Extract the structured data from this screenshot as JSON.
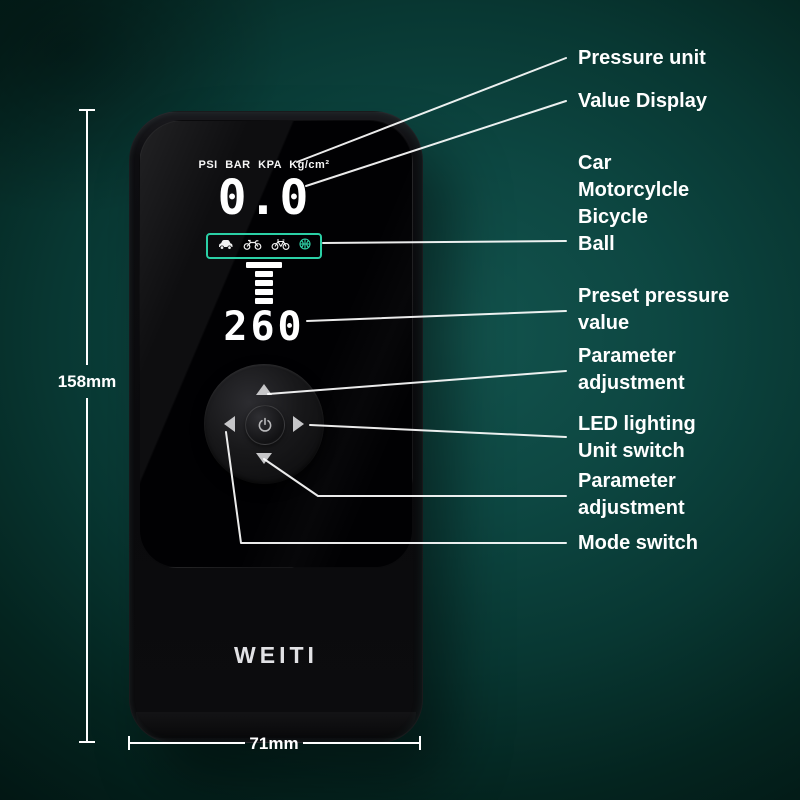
{
  "device": {
    "brand": "WEITI",
    "display": {
      "units": "PSI BAR KPA Kg/cm²",
      "value": "0.0",
      "preset": "260"
    },
    "mode_icons": [
      "car-icon",
      "motorcycle-icon",
      "bicycle-icon",
      "ball-icon"
    ]
  },
  "dimensions": {
    "height": "158mm",
    "width": "71mm"
  },
  "callouts": [
    {
      "lines": [
        "Pressure unit"
      ]
    },
    {
      "lines": [
        "Value Display"
      ]
    },
    {
      "lines": [
        "Car",
        "Motorcylcle",
        "Bicycle",
        "Ball"
      ]
    },
    {
      "lines": [
        "Preset pressure",
        "value"
      ]
    },
    {
      "lines": [
        "Parameter",
        "adjustment"
      ]
    },
    {
      "lines": [
        "LED lighting",
        "Unit switch"
      ]
    },
    {
      "lines": [
        "Parameter",
        "adjustment"
      ]
    },
    {
      "lines": [
        "Mode switch"
      ]
    }
  ],
  "colors": {
    "accent": "#2bd0a6",
    "callout_line": "#ffffff"
  }
}
